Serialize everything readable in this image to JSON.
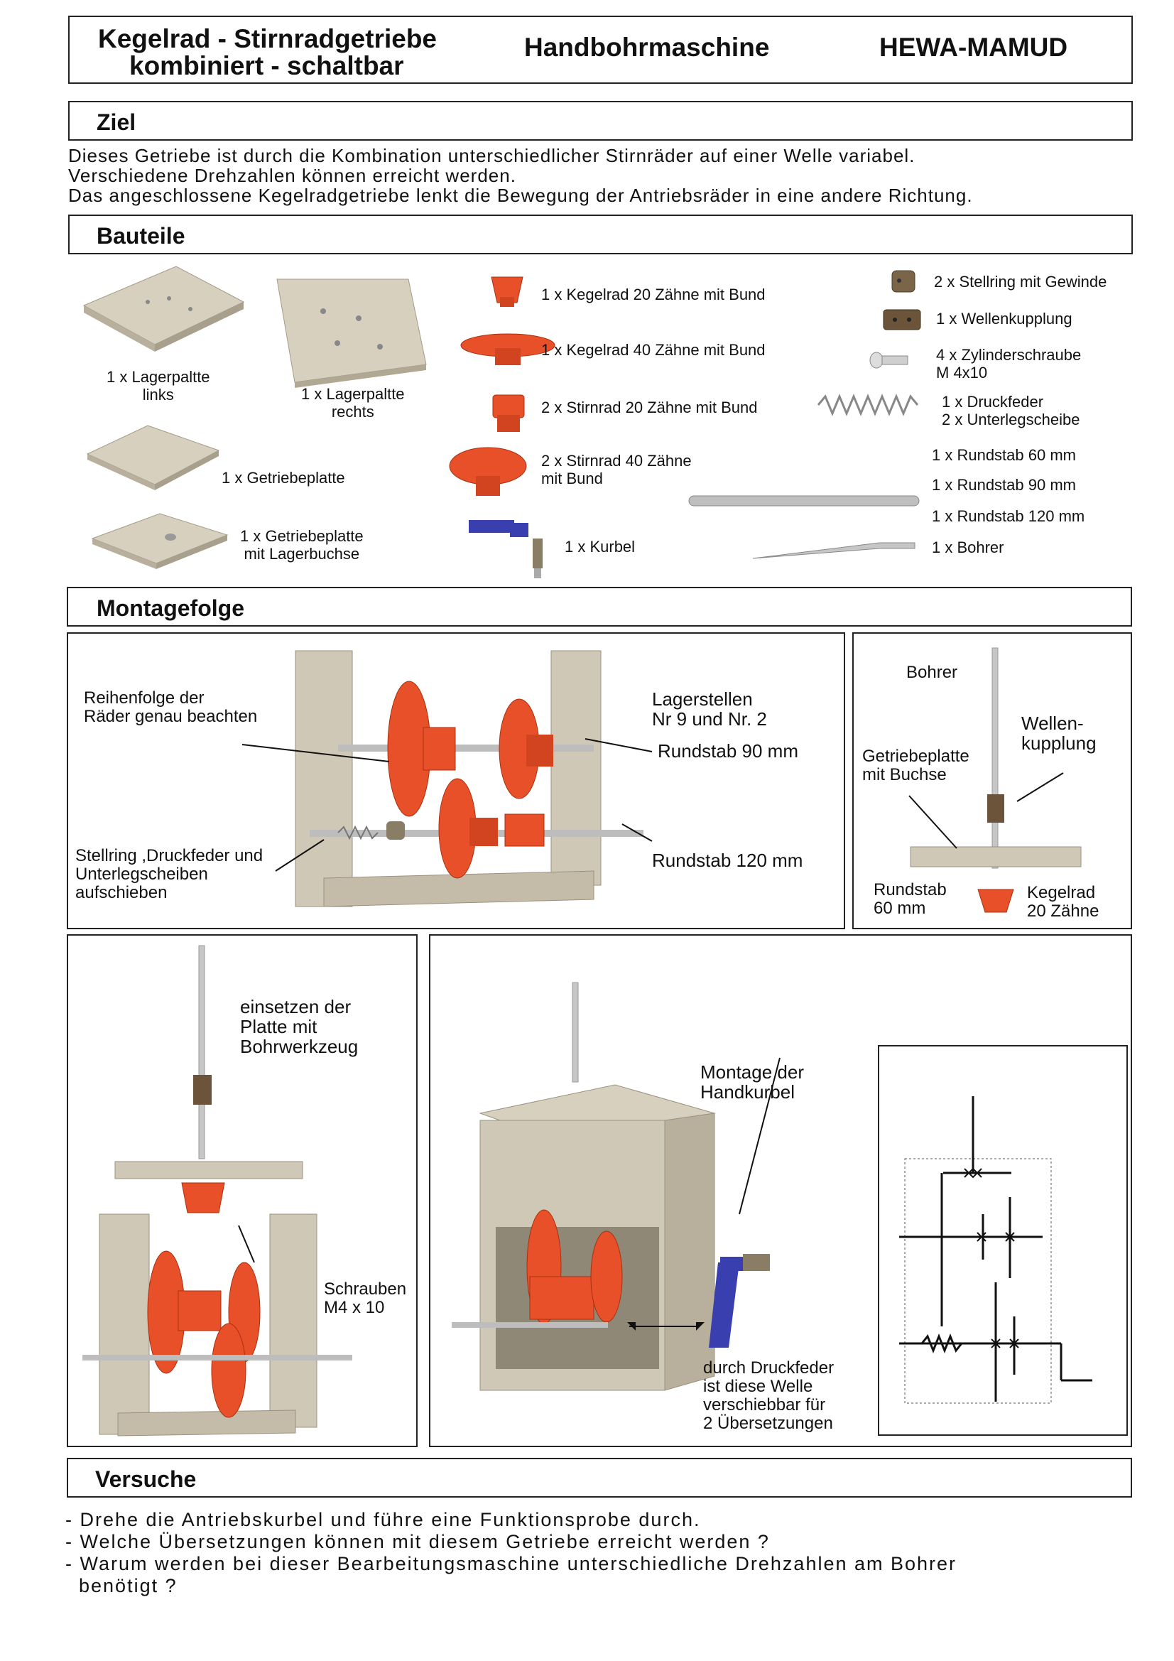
{
  "header": {
    "title_line1": "Kegelrad - Stirnradgetriebe",
    "title_line2": "kombiniert - schaltbar",
    "subject": "Handbohrmaschine",
    "brand": "HEWA-MAMUD"
  },
  "ziel": {
    "heading": "Ziel",
    "lines": [
      "Dieses Getriebe ist durch die Kombination unterschiedlicher Stirnräder auf einer Welle variabel.",
      "Verschiedene Drehzahlen können erreicht werden.",
      "Das angeschlossene Kegelradgetriebe lenkt die Bewegung der Antriebsräder in eine  andere Richtung."
    ]
  },
  "bauteile": {
    "heading": "Bauteile",
    "plates": [
      "1 x Lagerpaltte\nlinks",
      "1 x Lagerpaltte\nrechts",
      "1 x Getriebeplatte",
      "1 x Getriebeplatte\nmit Lagerbuchse"
    ],
    "gears": [
      "1 x Kegelrad 20 Zähne mit Bund",
      "1 x Kegelrad 40 Zähne mit Bund",
      "2 x Stirnrad 20 Zähne mit Bund",
      "2 x Stirnrad 40 Zähne\nmit Bund",
      "1 x Kurbel"
    ],
    "small": [
      "2 x Stellring mit Gewinde",
      "1 x Wellenkupplung",
      "4 x Zylinderschraube\n     M 4x10",
      "1 x Druckfeder\n2 x Unterlegscheibe",
      "1 x Rundstab 60 mm",
      "1 x Rundstab 90 mm",
      "1 x Rundstab 120 mm",
      "1 x Bohrer"
    ]
  },
  "montage": {
    "heading": "Montagefolge",
    "panel1": {
      "order_note": "Reihenfolge der\nRäder genau beachten",
      "ring_note": "Stellring ,Druckfeder und\nUnterlegscheiben\naufschieben",
      "bearing": "Lagerstellen\nNr 9 und Nr. 2",
      "rod90": "Rundstab 90 mm",
      "rod120": "Rundstab 120 mm"
    },
    "panel2": {
      "drill": "Bohrer",
      "coupling": "Wellen-\nkupplung",
      "plate": "Getriebeplatte\nmit Buchse",
      "rod60": "Rundstab\n60 mm",
      "bevel": "Kegelrad\n20 Zähne"
    },
    "panel3": {
      "insert": "einsetzen der\nPlatte mit\nBohrwerkzeug",
      "screws": "Schrauben\nM4 x 10"
    },
    "panel4": {
      "crank": "Montage der\nHandkurbel",
      "spring": "durch Druckfeder\nist diese Welle\nverschiebbar für\n2 Übersetzungen"
    }
  },
  "versuche": {
    "heading": "Versuche",
    "items": [
      "- Drehe die Antriebskurbel und führe eine Funktionsprobe durch.",
      "- Welche Übersetzungen können mit diesem Getriebe erreicht werden ?",
      "- Warum werden bei dieser Bearbeitungsmaschine unterschiedliche Drehzahlen am Bohrer",
      "  benötigt ?"
    ]
  },
  "colors": {
    "gear": "#e8502a",
    "plate": "#cfc8b6",
    "crank": "#3a3fb0",
    "border": "#222222"
  }
}
